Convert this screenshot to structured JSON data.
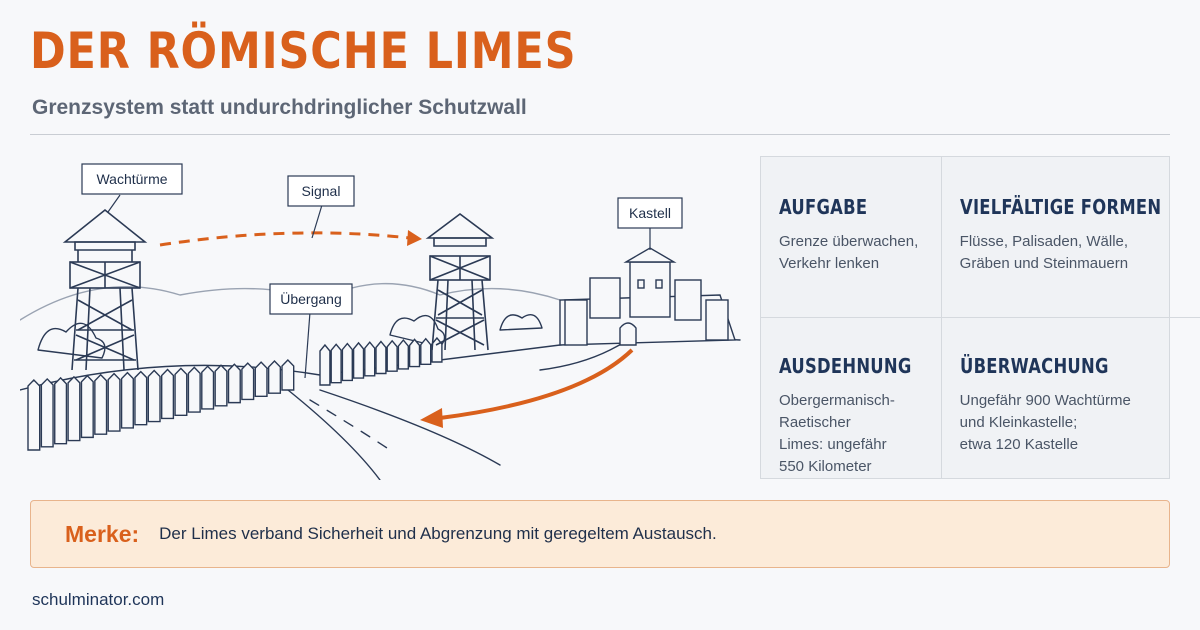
{
  "header": {
    "title": "DER RÖMISCHE LIMES",
    "subtitle": "Grenzsystem statt undurchdringlicher Schutzwall"
  },
  "illustration": {
    "labels": {
      "towers": "Wachtürme",
      "signal": "Signal",
      "crossing": "Übergang",
      "fort": "Kastell"
    }
  },
  "info_cards": [
    {
      "title": "AUFGABE",
      "text": "Grenze überwachen,\nVerkehr lenken"
    },
    {
      "title": "VIELFÄLTIGE FORMEN",
      "text": "Flüsse, Palisaden, Wälle,\nGräben und Steinmauern"
    },
    {
      "title": "AUSDEHNUNG",
      "text": "Obergermanisch-Raetischer\nLimes: ungefähr\n550 Kilometer"
    },
    {
      "title": "ÜBERWACHUNG",
      "text": "Ungefähr 900 Wachtürme\nund Kleinkastelle;\netwa 120 Kastelle"
    }
  ],
  "note": {
    "label": "Merke:",
    "text": "Der Limes verband Sicherheit und Abgrenzung mit geregeltem Austausch."
  },
  "footer": {
    "site": "schulminator.com"
  },
  "colors": {
    "accent": "#d9601c",
    "ink": "#1f2f4a",
    "note_bg": "#fcebd9"
  }
}
